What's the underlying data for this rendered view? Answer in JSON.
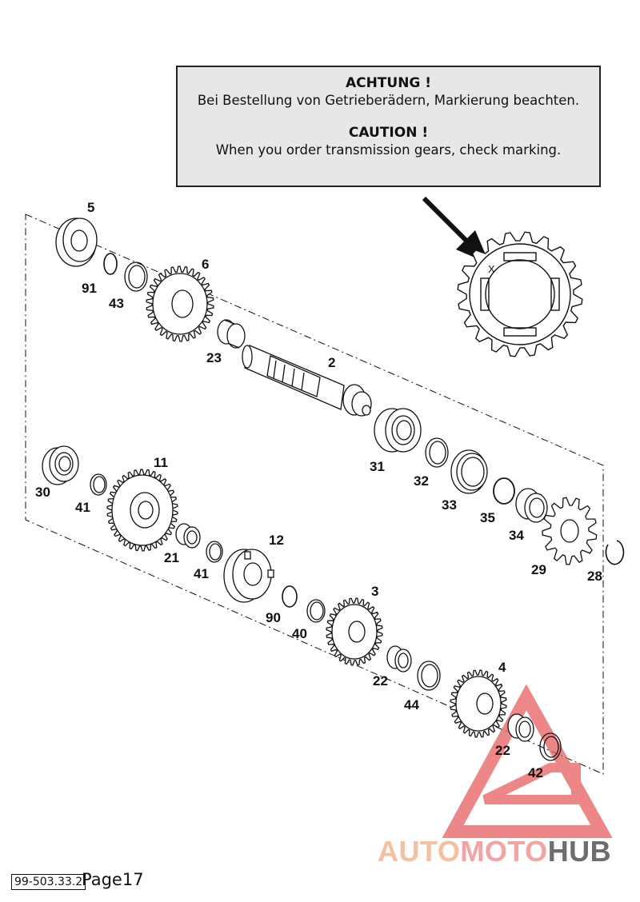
{
  "notice": {
    "de_title": "ACHTUNG !",
    "de_text": "Bei Bestellung von Getrieberädern, Markierung beachten.",
    "en_title": "CAUTION !",
    "en_text": "When you order transmission gears, check marking."
  },
  "parts": {
    "p5": "5",
    "p91": "91",
    "p43": "43",
    "p6": "6",
    "p23": "23",
    "p2": "2",
    "p31": "31",
    "p32": "32",
    "p33": "33",
    "p35": "35",
    "p34": "34",
    "p29": "29",
    "p28": "28",
    "p30": "30",
    "p41a": "41",
    "p11": "11",
    "p21": "21",
    "p41b": "41",
    "p12": "12",
    "p90": "90",
    "p40": "40",
    "p3": "3",
    "p22a": "22",
    "p44": "44",
    "p4": "4",
    "p22b": "22",
    "p42": "42"
  },
  "detail": {
    "mark": "X"
  },
  "watermark": {
    "part1": "AUTO",
    "part2": "MOTO",
    "part3": "HUB"
  },
  "footer": {
    "doc_number": "99-503.33.2",
    "page": "Page17"
  },
  "colors": {
    "line": "#111111",
    "notice_bg": "#e7e7e7",
    "wm_red": "#e85050",
    "wm_orange": "#f6c0a0",
    "wm_grey": "#6d6d6d"
  }
}
